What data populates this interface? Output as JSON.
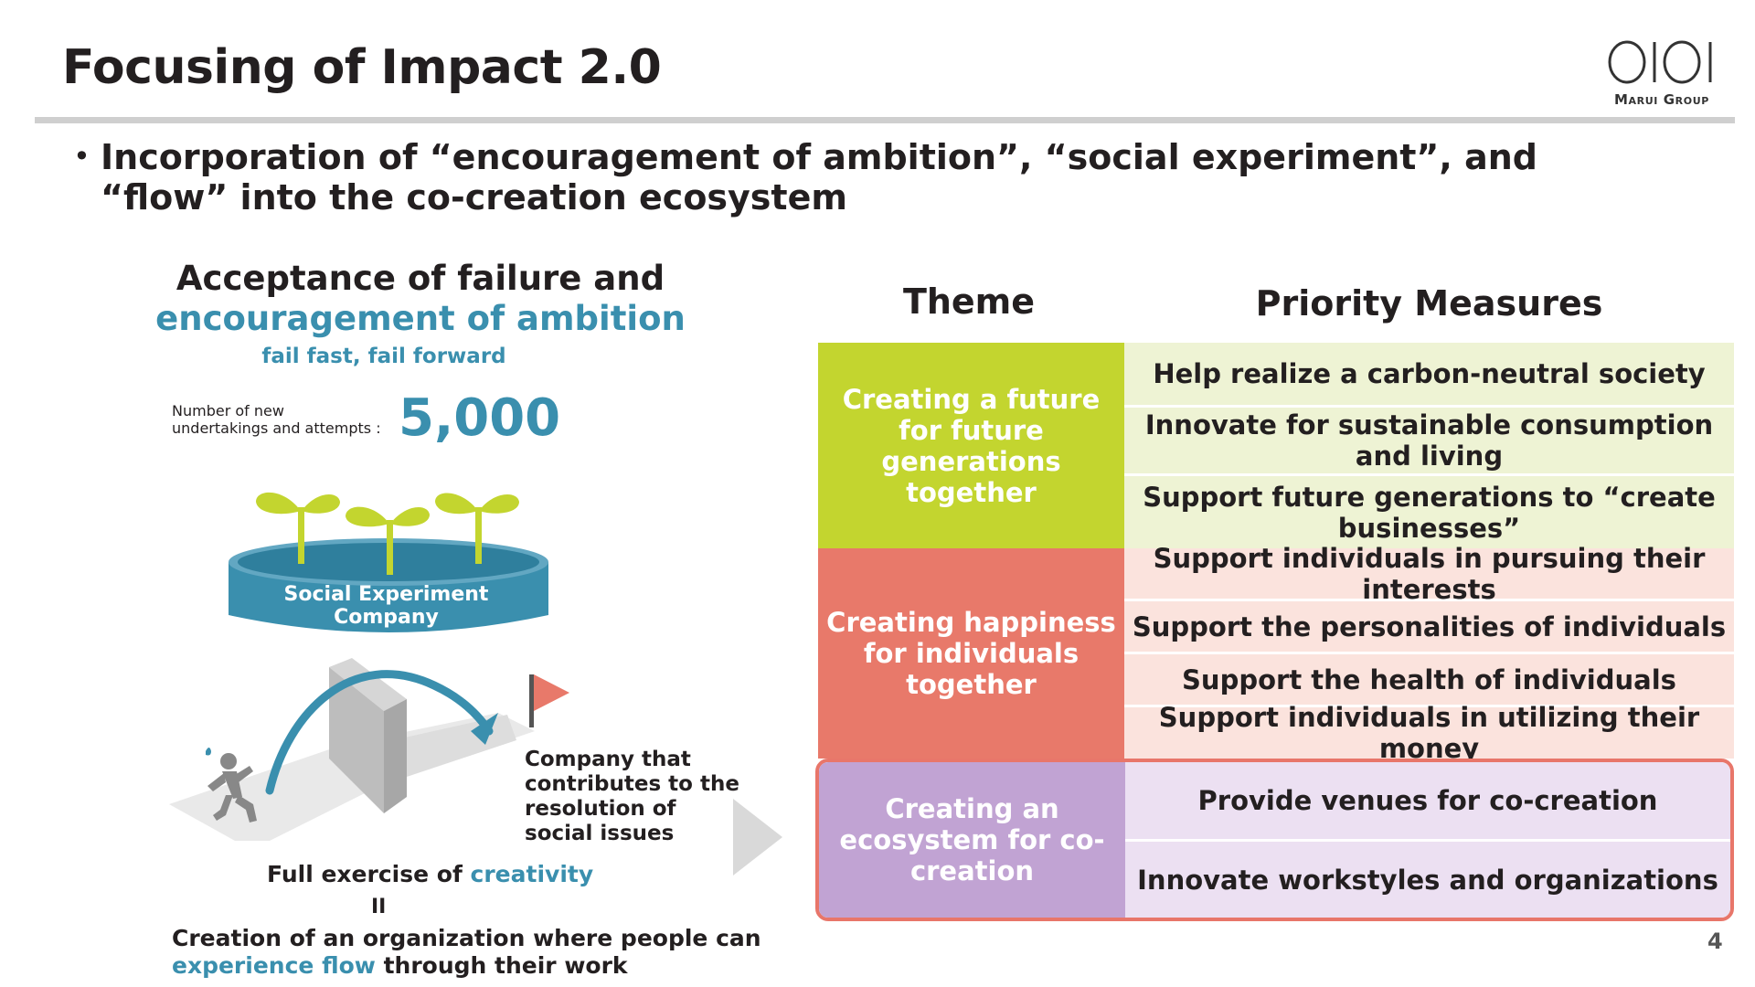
{
  "header": {
    "title": "Focusing of Impact 2.0",
    "logo_mark": "OIOI",
    "logo_text": "Marui Group"
  },
  "bullet": {
    "symbol": "•",
    "text": "Incorporation of “encouragement of ambition”, “social experiment”, and “flow” into the co-creation ecosystem"
  },
  "left": {
    "heading_line1": "Acceptance of failure and",
    "heading_line2": "encouragement of ambition",
    "subheading": "fail fast, fail forward",
    "count_label_line1": "Number of new",
    "count_label_line2": "undertakings and attempts :",
    "count_value": "5,000",
    "company_label": "Social Experiment Company",
    "contrib_line1": "Company that",
    "contrib_line2": "contributes to the",
    "contrib_line3": "resolution of",
    "contrib_line4": "social issues",
    "creativity_prefix": "Full exercise of ",
    "creativity_highlight": "creativity",
    "equals": "II",
    "creation_line1": "Creation of an organization where people can",
    "creation_highlight": "experience flow",
    "creation_suffix": " through their work"
  },
  "table": {
    "theme_header": "Theme",
    "measures_header": "Priority Measures",
    "groups": [
      {
        "theme": "Creating a future for future generations together",
        "measures": [
          "Help realize a carbon-neutral society",
          "Innovate for sustainable consumption and living",
          "Support future generations to “create businesses”"
        ]
      },
      {
        "theme": "Creating happiness for individuals together",
        "measures": [
          "Support individuals in pursuing their interests",
          "Support the personalities of individuals",
          "Support the health of individuals",
          "Support  individuals in utilizing their money"
        ]
      },
      {
        "theme": "Creating an ecosystem for co-creation",
        "measures": [
          "Provide venues for co-creation",
          "Innovate workstyles and organizations"
        ]
      }
    ]
  },
  "colors": {
    "accent_blue": "#3a8fae",
    "green_theme": "#c3d52f",
    "green_measure": "#eef3d4",
    "red_theme": "#e8796a",
    "red_measure": "#fbe3dd",
    "purple_theme": "#c1a3d3",
    "purple_measure": "#ece0f2",
    "highlight_border": "#e8766a"
  },
  "page_number": "4"
}
